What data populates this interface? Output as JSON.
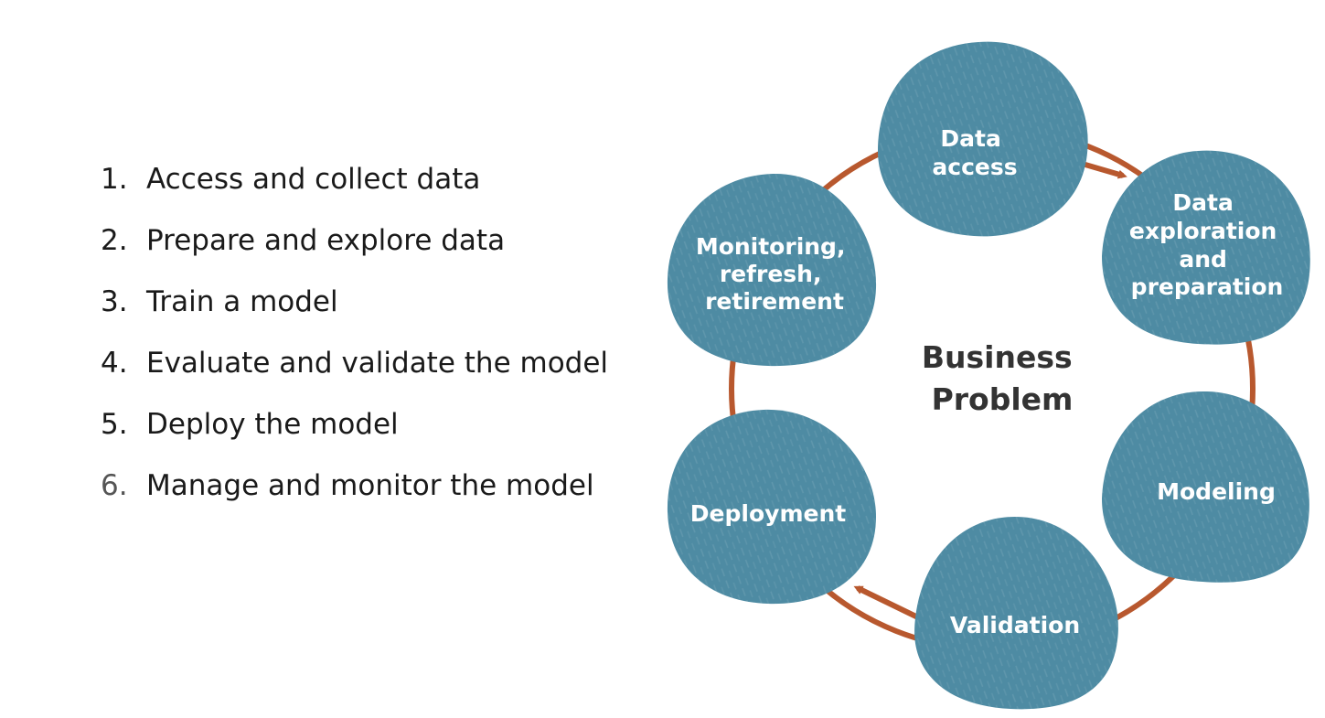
{
  "steps": [
    {
      "number": "1.",
      "label": "Access and collect data"
    },
    {
      "number": "2.",
      "label": "Prepare and explore data"
    },
    {
      "number": "3.",
      "label": "Train a model"
    },
    {
      "number": "4.",
      "label": "Evaluate and validate the model"
    },
    {
      "number": "5.",
      "label": "Deploy the model"
    },
    {
      "number": "6.",
      "label": "Manage and monitor the model"
    }
  ],
  "cycle": {
    "center": {
      "line1": "Business",
      "line2": "Problem"
    },
    "stages": [
      {
        "lines": [
          "Data",
          "access"
        ]
      },
      {
        "lines": [
          "Data",
          "exploration",
          "and",
          "preparation"
        ]
      },
      {
        "lines": [
          "Modeling"
        ]
      },
      {
        "lines": [
          "Validation"
        ]
      },
      {
        "lines": [
          "Deployment"
        ]
      },
      {
        "lines": [
          "Monitoring,",
          "refresh,",
          "retirement"
        ]
      }
    ]
  },
  "colors": {
    "blob": "#4e8ba3",
    "arrow": "#b8582e",
    "center_text": "#333333",
    "list_text": "#1a1a1a"
  }
}
